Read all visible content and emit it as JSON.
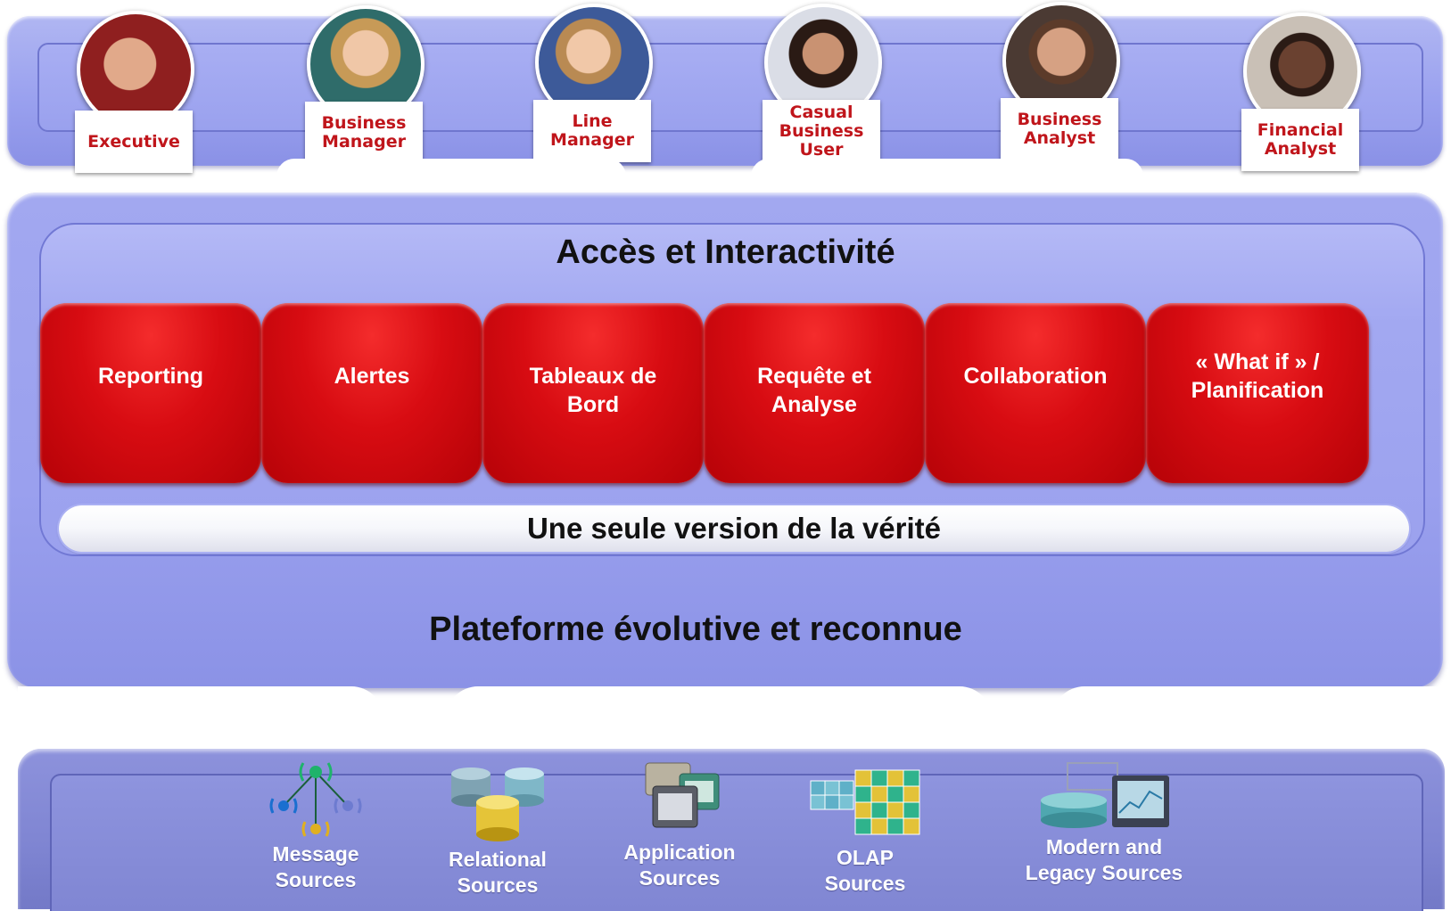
{
  "personas": [
    {
      "id": "executive",
      "label": "Executive"
    },
    {
      "id": "business-manager",
      "label": "Business\nManager"
    },
    {
      "id": "line-manager",
      "label": "Line\nManager"
    },
    {
      "id": "casual-business-user",
      "label": "Casual\nBusiness User"
    },
    {
      "id": "business-analyst",
      "label": "Business\nAnalyst"
    },
    {
      "id": "financial-analyst",
      "label": "Financial\nAnalyst"
    }
  ],
  "access": {
    "title": "Accès et Interactivité",
    "tiles": [
      {
        "id": "reporting",
        "label": "Reporting"
      },
      {
        "id": "alertes",
        "label": "Alertes"
      },
      {
        "id": "tableaux-de-bord",
        "label": "Tableaux de\nBord"
      },
      {
        "id": "requete-et-analyse",
        "label": "Requête et\nAnalyse"
      },
      {
        "id": "collaboration",
        "label": "Collaboration"
      },
      {
        "id": "what-if-planification",
        "label": "« What if » /\nPlanification"
      }
    ],
    "truth_bar": "Une seule version de la vérité"
  },
  "platform": {
    "title": "Plateforme évolutive et reconnue"
  },
  "sources": [
    {
      "id": "message",
      "icon": "antenna-network-icon",
      "label": "Message\nSources"
    },
    {
      "id": "relational",
      "icon": "database-cylinders-icon",
      "label": "Relational\nSources"
    },
    {
      "id": "application",
      "icon": "application-windows-icon",
      "label": "Application\nSources"
    },
    {
      "id": "olap",
      "icon": "olap-cube-icon",
      "label": "OLAP\nSources"
    },
    {
      "id": "legacy",
      "icon": "legacy-system-icon",
      "label": "Modern and\nLegacy Sources"
    }
  ],
  "colors": {
    "band": "#9aa1ef",
    "tile_red": "#d80c12",
    "persona_label_red": "#c0151b"
  }
}
